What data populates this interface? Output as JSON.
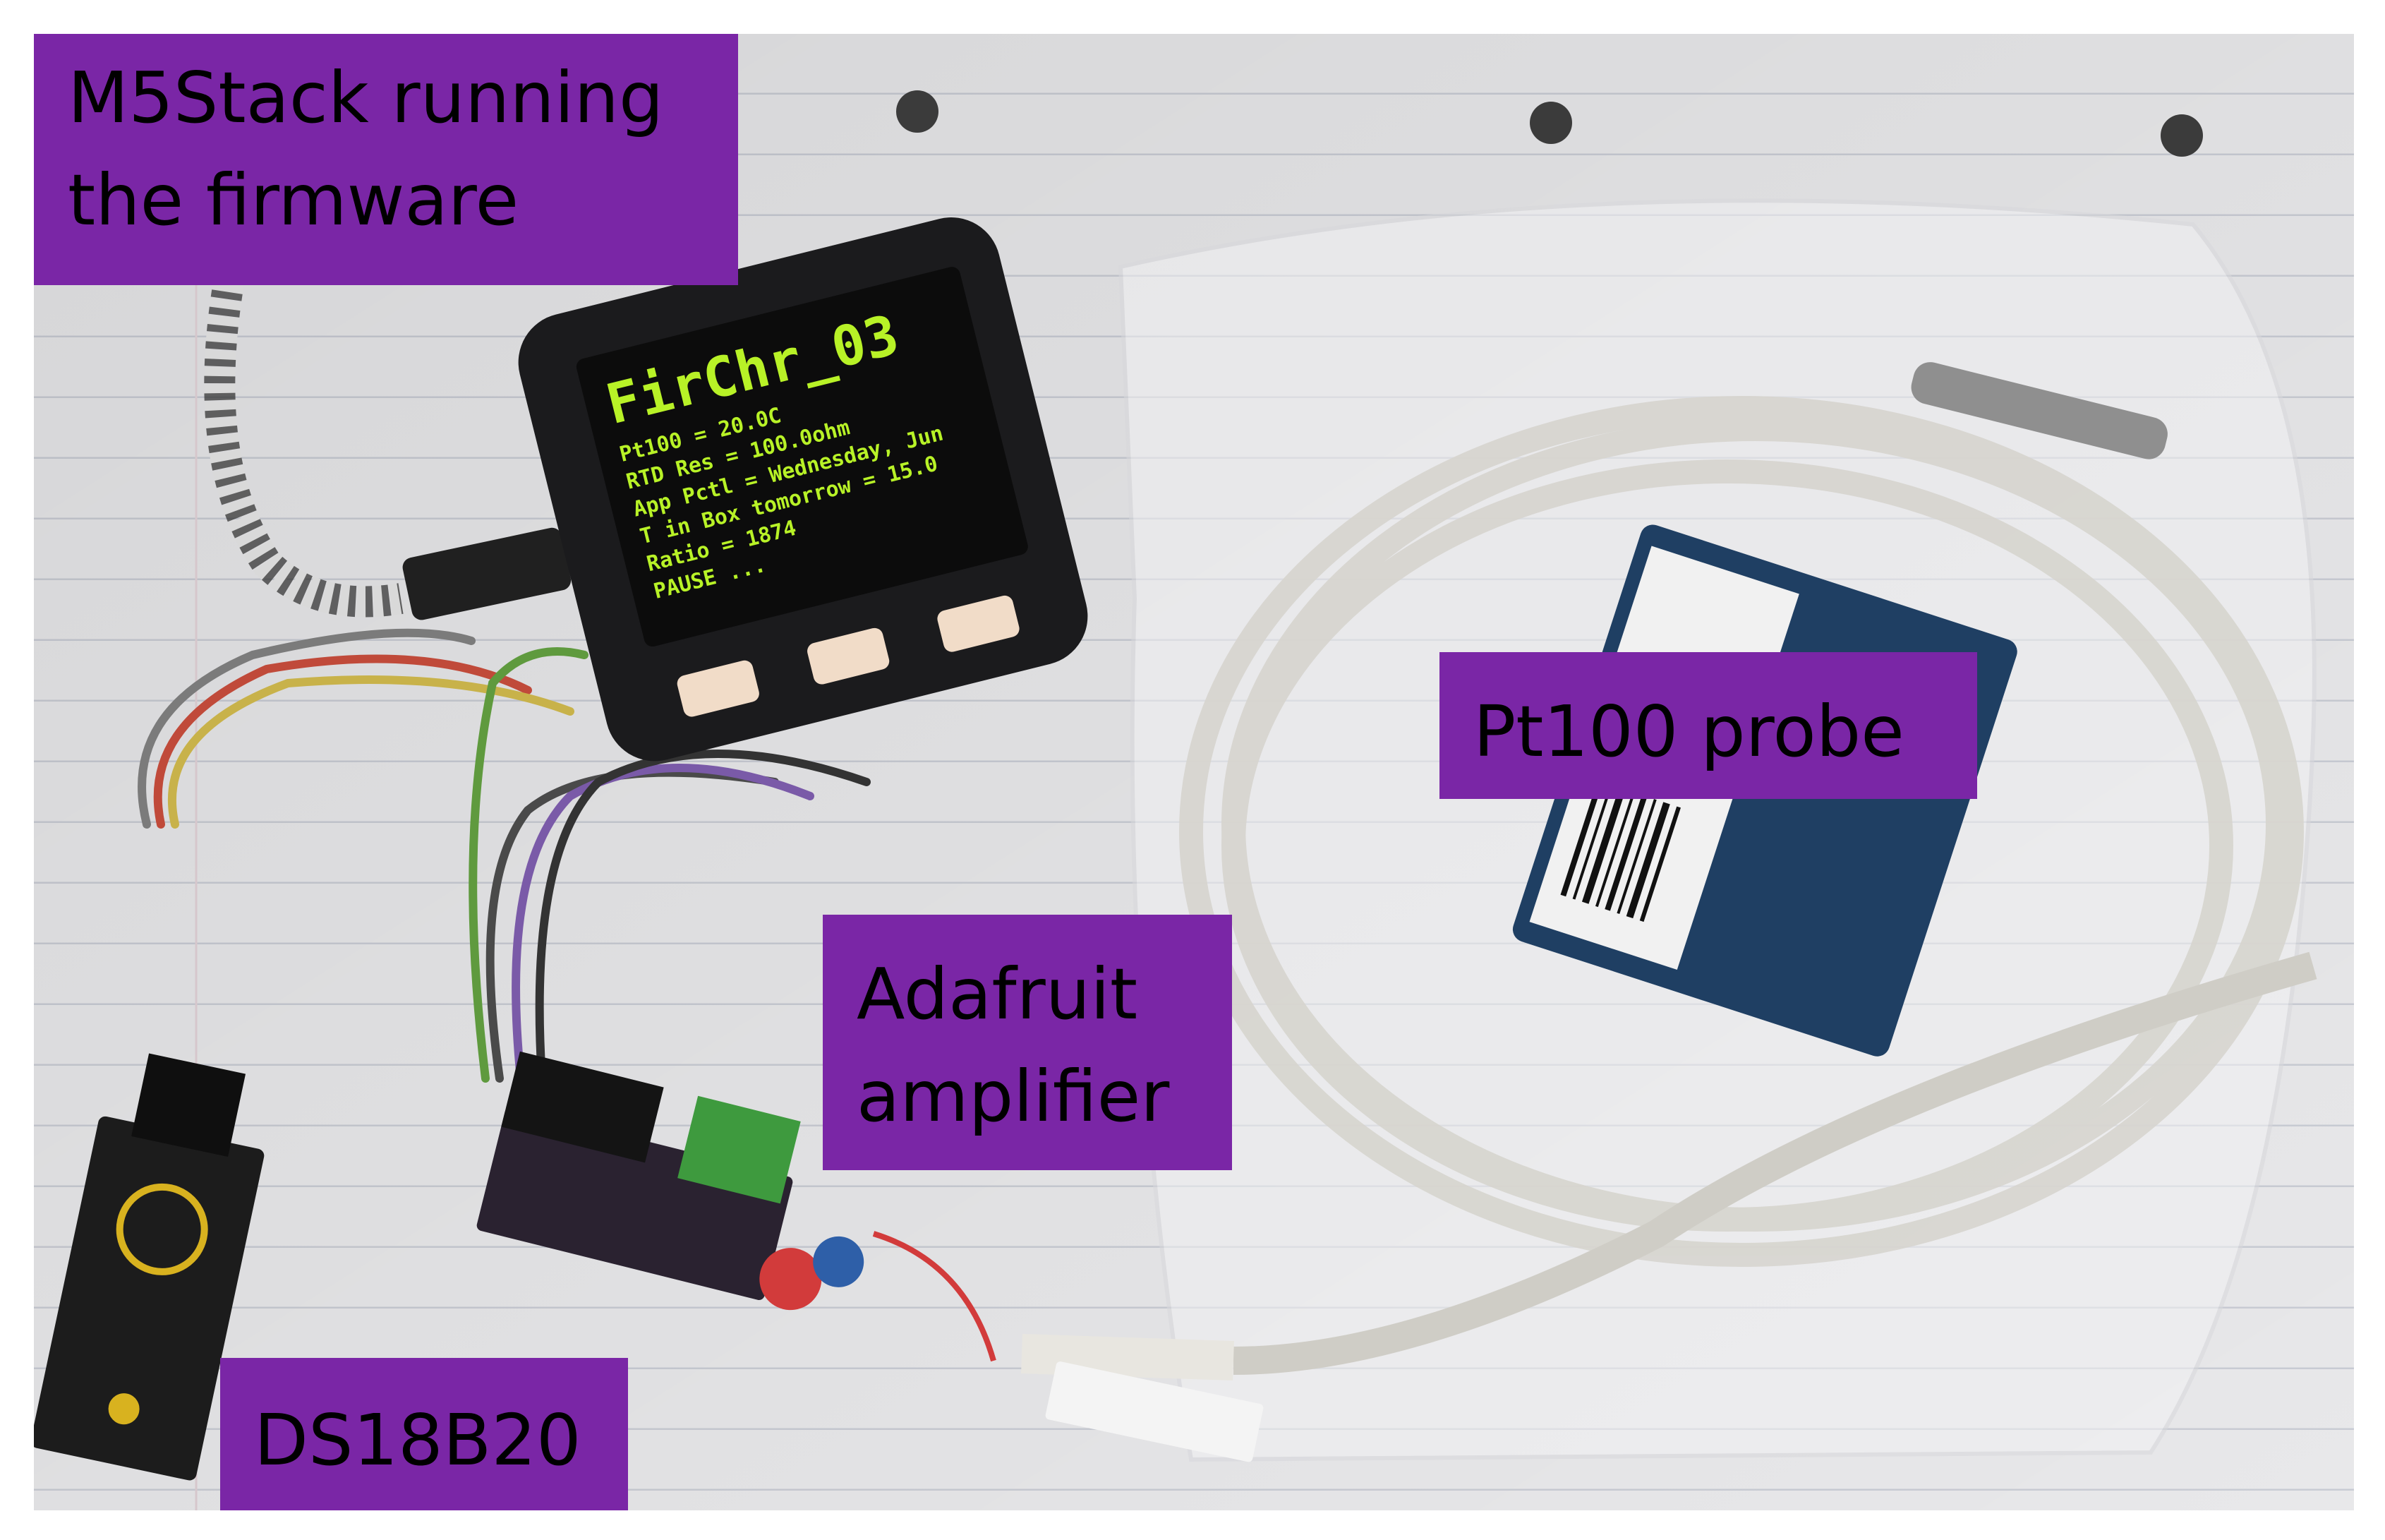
{
  "labels": {
    "m5stack": "M5Stack running\nthe firmware",
    "pt100": "Pt100 probe",
    "amplifier": "Adafruit\namplifier",
    "ds18b20": "DS18B20"
  },
  "device_screen": {
    "title": "FirChr_03",
    "lines": [
      "Pt100 = 20.0C",
      "RTD Res = 100.0ohm",
      "App Pctl = Wednesday, Jun",
      "T in Box tomorrow = 15.0",
      "Ratio = 1874",
      "PAUSE ..."
    ]
  },
  "colors": {
    "label_bg": "#7a26a6",
    "screen_text": "#b8f227",
    "paper": "#e9e9ea",
    "device_case": "#1b1b1d"
  }
}
